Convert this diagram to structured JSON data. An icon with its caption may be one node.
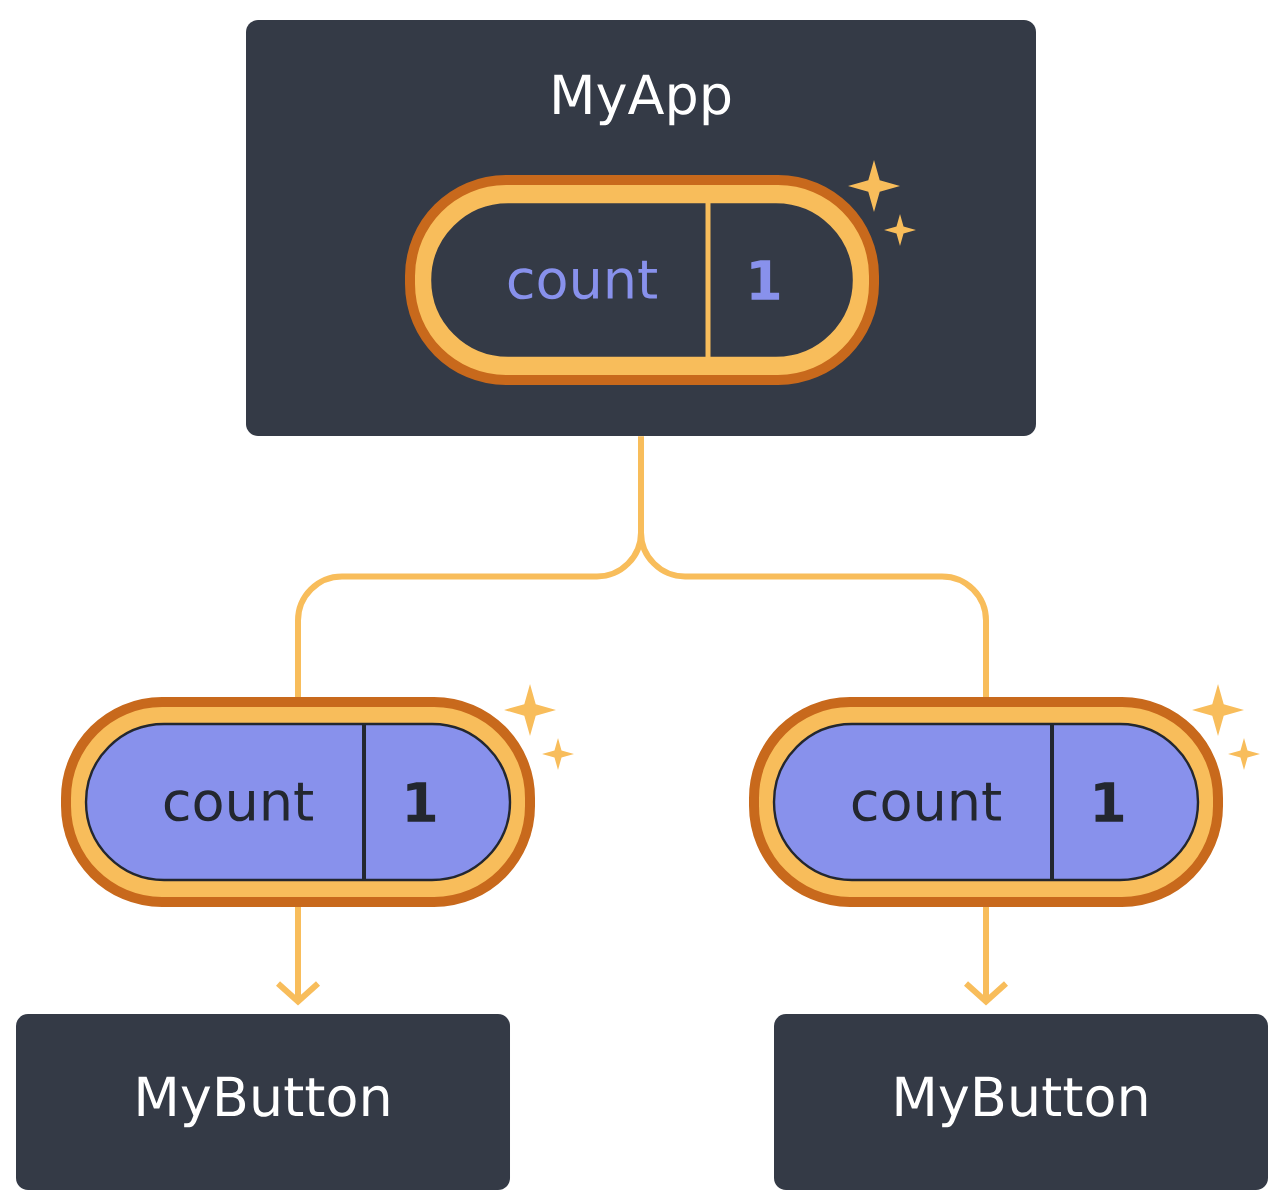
{
  "diagram": {
    "nodes": [
      {
        "text": [
          "MyApp"
        ]
      },
      {
        "text": [
          "count",
          "1"
        ],
        "in": 0
      },
      {
        "text": [
          "count",
          "1"
        ]
      },
      {
        "text": [
          "count",
          "1"
        ]
      },
      {
        "text": [
          "MyButton"
        ]
      },
      {
        "text": [
          "MyButton"
        ]
      }
    ],
    "edges": [
      {
        "from": 0,
        "to": 2,
        "arrow": "none"
      },
      {
        "from": 0,
        "to": 3,
        "arrow": "none"
      },
      {
        "from": 2,
        "to": 4,
        "arrow": "to"
      },
      {
        "from": 3,
        "to": 5,
        "arrow": "to"
      }
    ]
  }
}
